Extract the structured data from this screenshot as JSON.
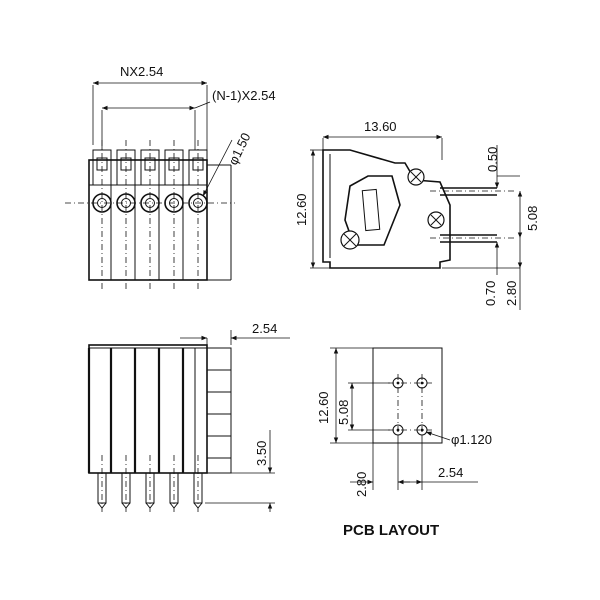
{
  "dimensions": {
    "top_view": {
      "pitch_total": "NX2.54",
      "pitch_n_minus_1": "(N-1)X2.54",
      "hole_dia": "φ1.50"
    },
    "side_view": {
      "width": "13.60",
      "height": "12.60",
      "top_offset": "0.50",
      "pin_spacing": "5.08",
      "bottom_offset": "0.70",
      "pin_offset": "2.80"
    },
    "front_view": {
      "pitch": "2.54",
      "pin_length": "3.50"
    },
    "pcb_layout": {
      "height": "12.60",
      "row_spacing": "5.08",
      "hole_dia": "φ1.120",
      "edge_offset": "2.80",
      "pitch": "2.54",
      "title": "PCB LAYOUT"
    }
  },
  "colors": {
    "ink": "#111111",
    "background": "#ffffff"
  }
}
